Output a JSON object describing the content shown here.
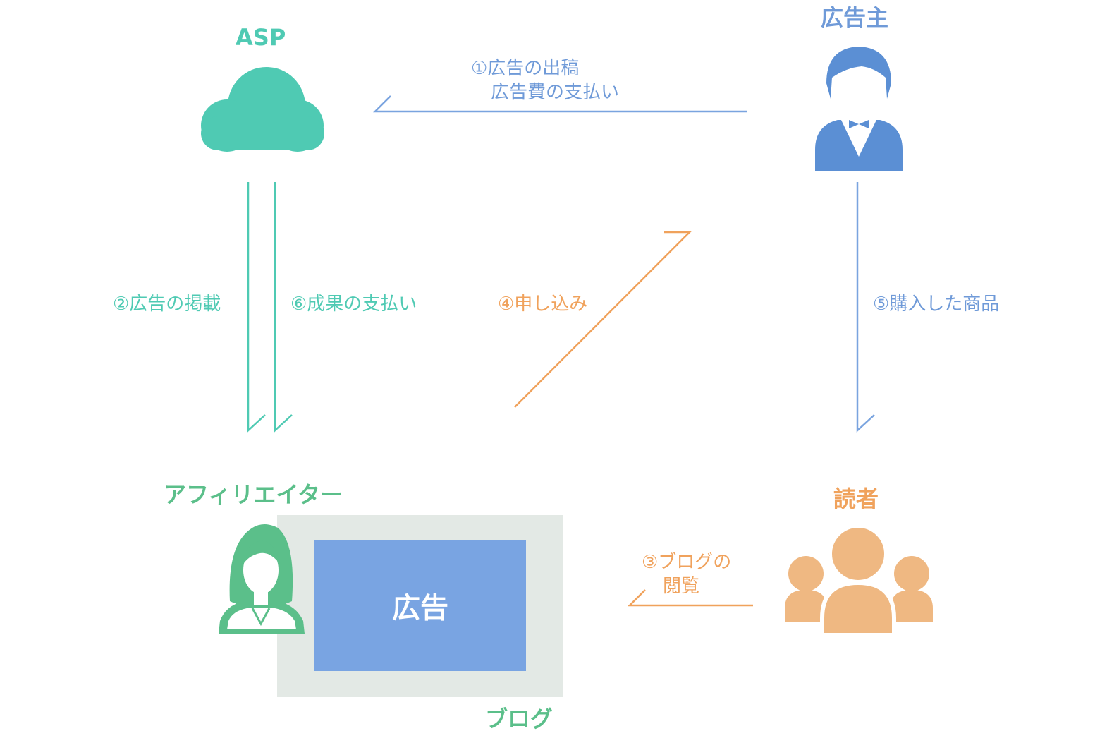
{
  "nodes": {
    "asp": {
      "title": "ASP"
    },
    "advertiser": {
      "title": "広告主"
    },
    "affiliate": {
      "title": "アフィリエイター"
    },
    "reader": {
      "title": "読者"
    },
    "blog": {
      "title": "ブログ",
      "ad_label": "広告"
    }
  },
  "flows": {
    "step1": {
      "line1": "①広告の出稿",
      "line2": "広告費の支払い"
    },
    "step2": {
      "label": "②広告の掲載"
    },
    "step3": {
      "line1": "③ブログの",
      "line2": "閲覧"
    },
    "step4": {
      "label": "④申し込み"
    },
    "step5": {
      "label": "⑤購入した商品"
    },
    "step6": {
      "label": "⑥成果の支払い"
    }
  },
  "colors": {
    "asp": "#4fcab3",
    "advertiser": "#6f9ad8",
    "reader": "#f0a25c",
    "affiliate": "#5bbf8a",
    "ad_box": "#79a4e2",
    "blog_panel": "#e3e9e5"
  },
  "icons": [
    "cloud-icon",
    "businessman-icon",
    "woman-icon",
    "people-group-icon"
  ]
}
